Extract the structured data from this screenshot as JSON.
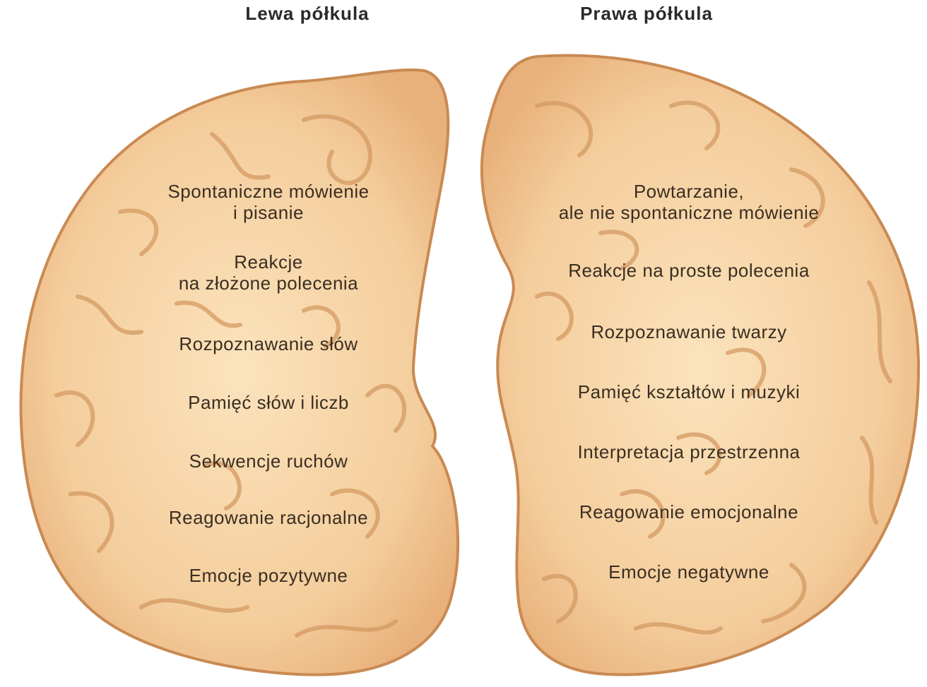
{
  "titles": {
    "left": "Lewa półkula",
    "right": "Prawa półkula"
  },
  "colors": {
    "hemisphere_fill": "#f2c48e",
    "hemisphere_outline": "#c98a52",
    "gyri_highlight": "#fbe3bc",
    "sulci": "#d49a62",
    "text": "#3a2e22"
  },
  "left_hemisphere": {
    "functions": [
      "Spontaniczne mówienie\ni pisanie",
      "Reakcje\nna złożone polecenia",
      "Rozpoznawanie słów",
      "Pamięć słów i liczb",
      "Sekwencje ruchów",
      "Reagowanie racjonalne",
      "Emocje pozytywne"
    ]
  },
  "right_hemisphere": {
    "functions": [
      "Powtarzanie,\nale nie spontaniczne mówienie",
      "Reakcje na proste polecenia",
      "Rozpoznawanie twarzy",
      "Pamięć kształtów i muzyki",
      "Interpretacja przestrzenna",
      "Reagowanie emocjonalne",
      "Emocje negatywne"
    ]
  }
}
